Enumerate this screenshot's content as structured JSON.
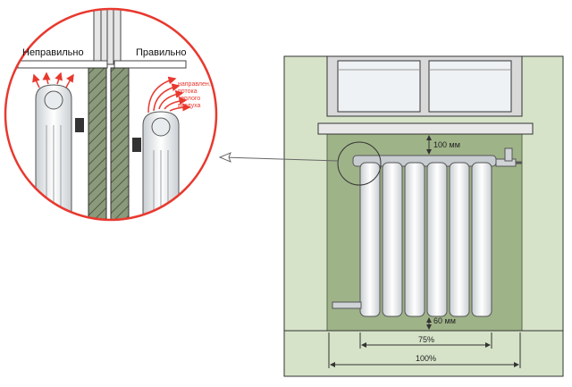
{
  "detail": {
    "wrong_label": "Неправильно",
    "right_label": "Правильно",
    "airflow_note": [
      "направлен.",
      "потока",
      "теплого",
      "воздуха"
    ]
  },
  "dimensions": {
    "top_gap": "100 мм",
    "bottom_gap": "60 мм",
    "radiator_width": "75%",
    "window_width": "100%"
  },
  "colors": {
    "wall_green": "#d6e3c8",
    "niche_green": "#9fb389",
    "frame_gray": "#d9d9d9",
    "circle_red": "#e8392f",
    "arrow_red": "#e8392f",
    "hatch_wall": "#6e7d61"
  }
}
